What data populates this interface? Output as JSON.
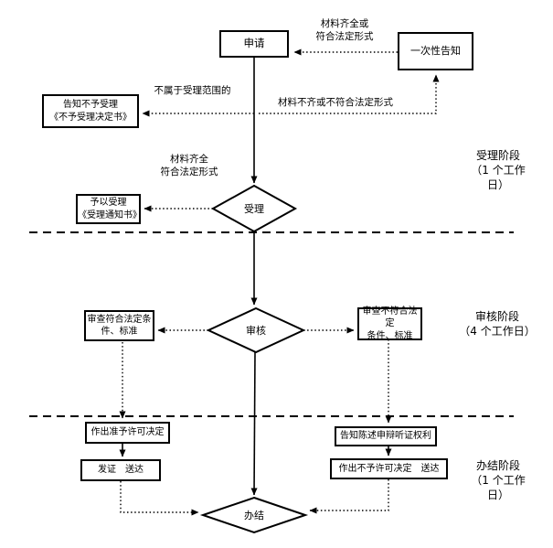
{
  "nodes": {
    "apply": "申请",
    "one_time_notice": "一次性告知",
    "reject_notice": "告知不予受理\n《不予受理决定书》",
    "accept": "受理",
    "accept_notice": "予以受理\n《受理通知书》",
    "review": "审核",
    "review_pass": "审查符合法定条\n件、标准",
    "review_fail": "审查不符合法定\n条件、标准",
    "grant_decision": "作出准予许可决定",
    "issue_deliver": "发证　送达",
    "inform_rights": "告知陈述申辩听证权利",
    "deny_decision": "作出不予许可决定　送达",
    "complete": "办结"
  },
  "edge_labels": {
    "materials_ok_top": "材料齐全或\n符合法定形式",
    "not_in_scope": "不属于受理范围的",
    "materials_incomplete": "材料不齐或不符合法定形式",
    "materials_ok_mid": "材料齐全\n符合法定形式"
  },
  "stages": {
    "accept_stage": "受理阶段\n（1 个工作\n日）",
    "review_stage": "审核阶段\n（4 个工作日）",
    "complete_stage": "办结阶段\n（1 个工作\n日）"
  },
  "colors": {
    "line": "#000000",
    "background": "#ffffff"
  }
}
